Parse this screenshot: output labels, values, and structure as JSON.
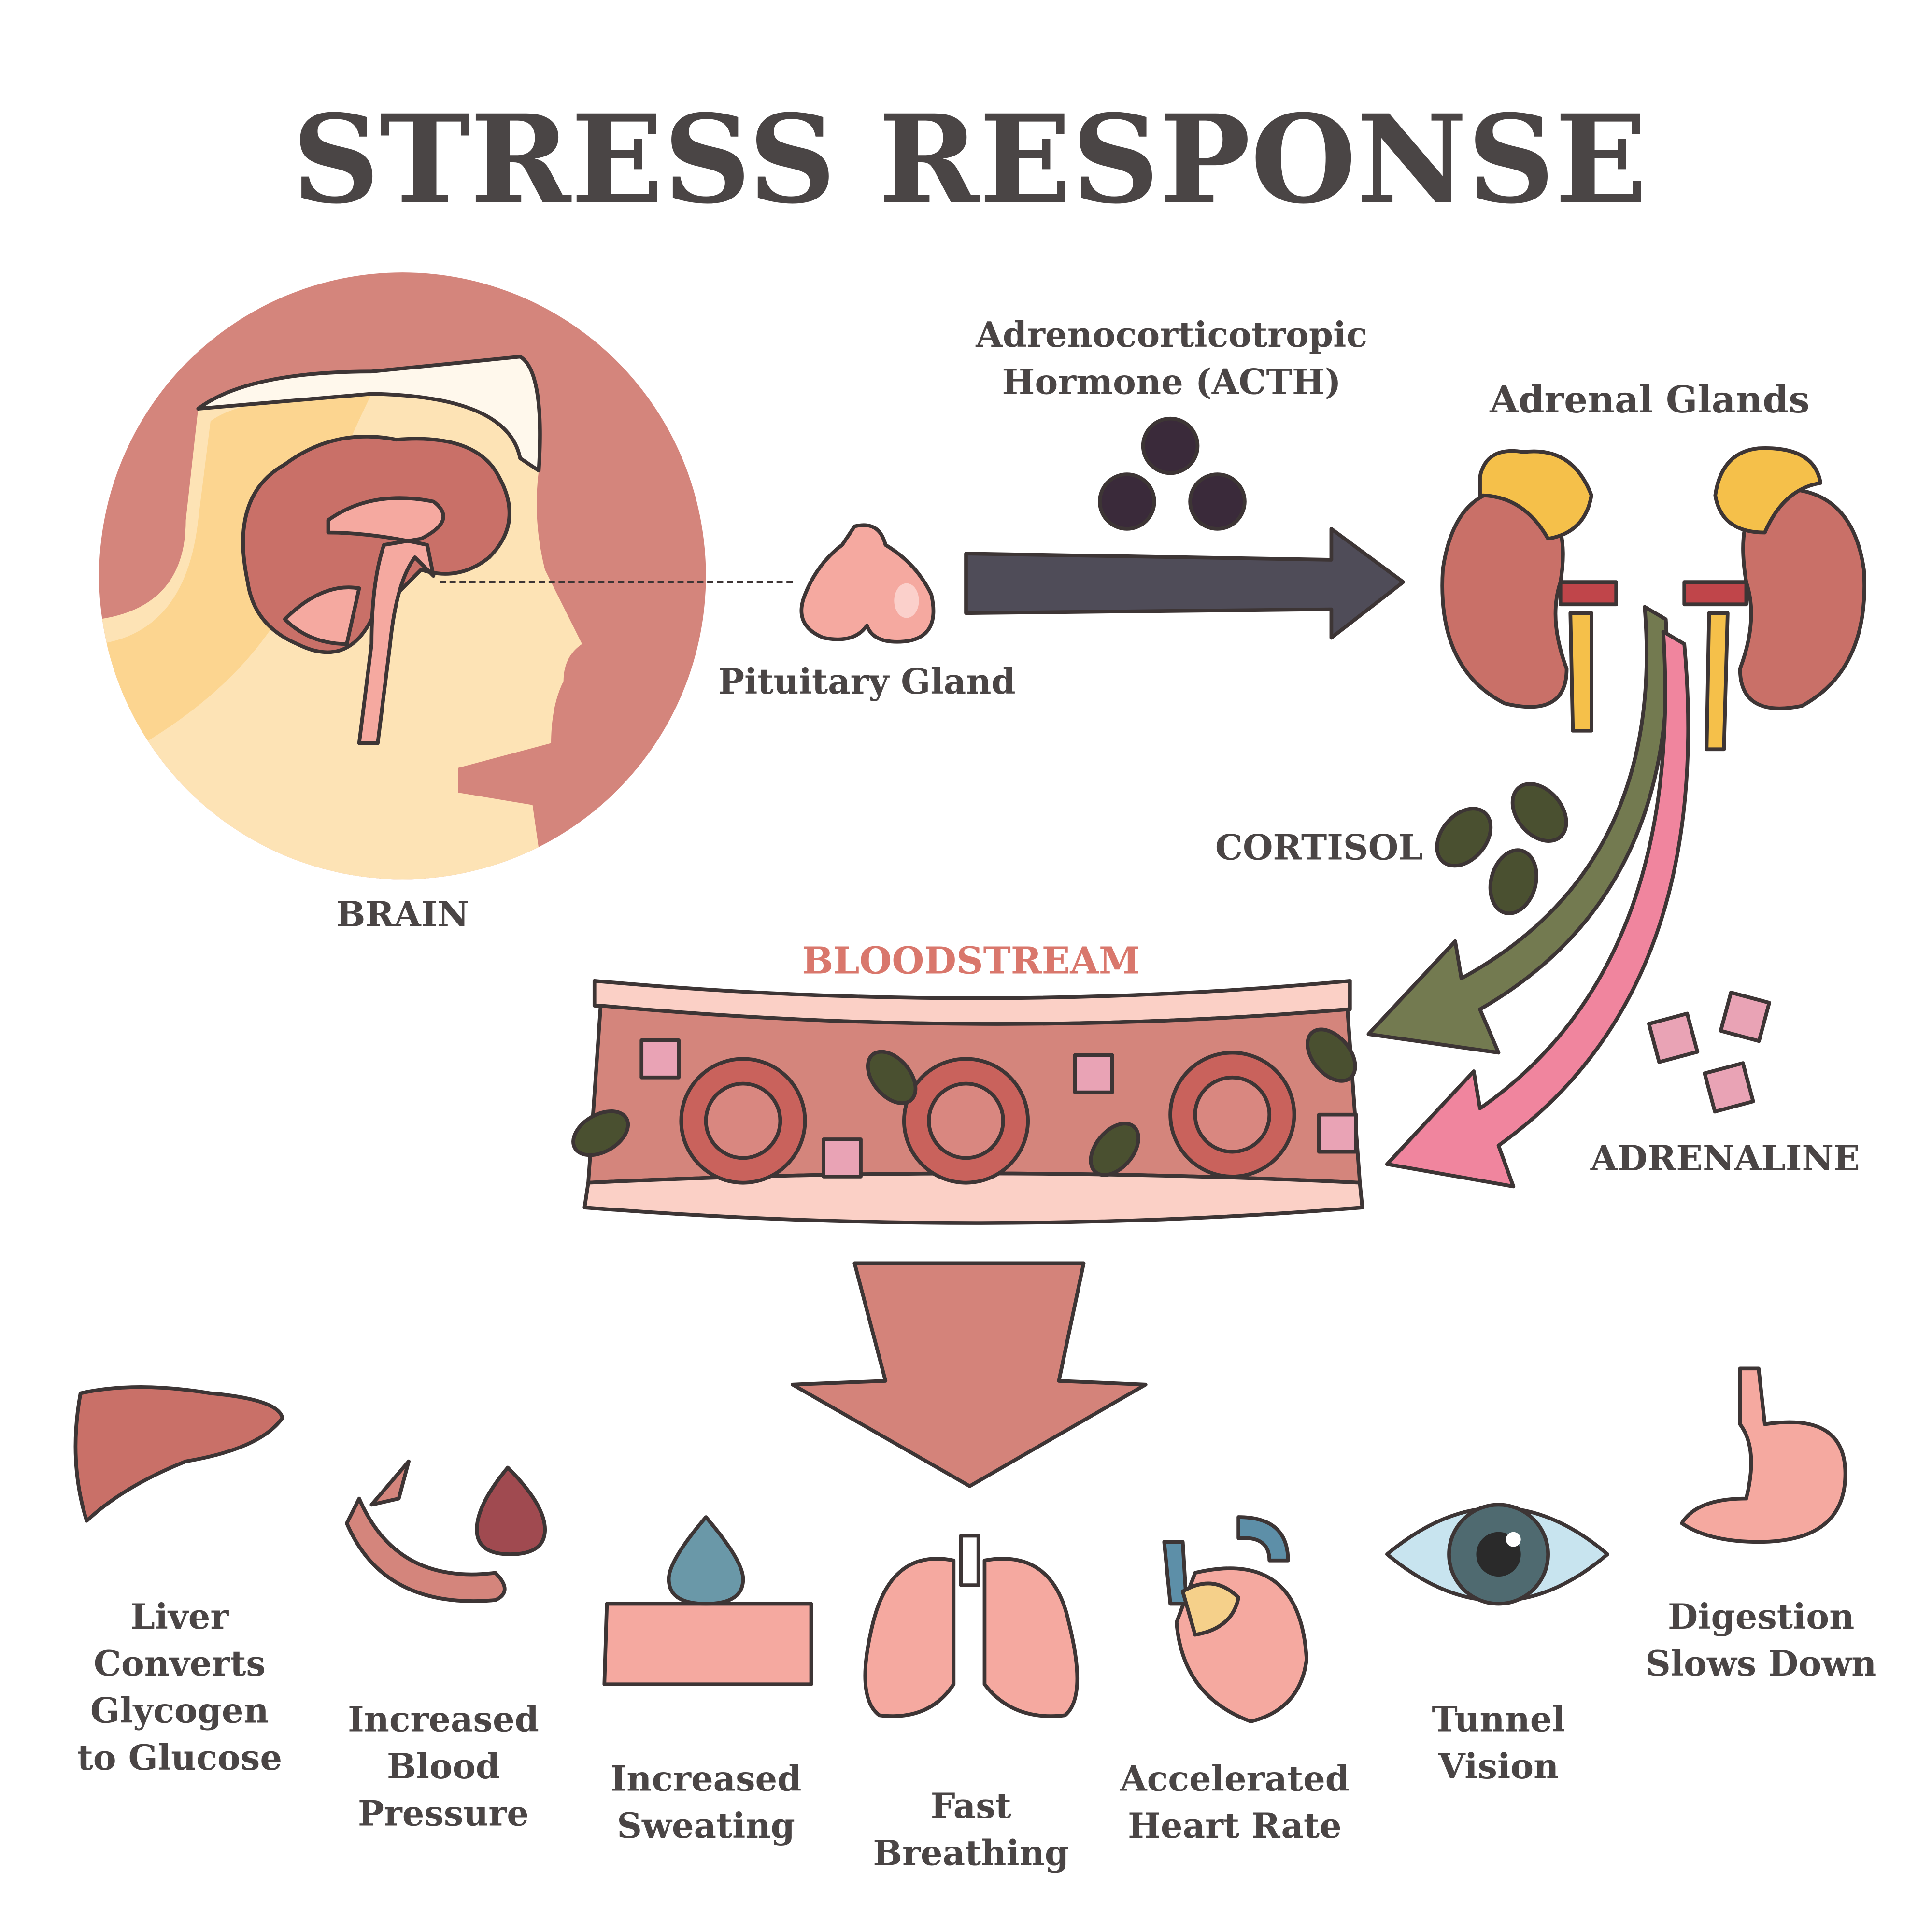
{
  "title": "STRESS RESPONSE",
  "brain_label": "BRAIN",
  "pituitary_label": "Pituitary Gland",
  "acth_label_line1": "Adrenocorticotropic",
  "acth_label_line2": "Hormone (ACTH)",
  "adrenal_label": "Adrenal Glands",
  "cortisol_label": "CORTISOL",
  "adrenaline_label": "ADRENALINE",
  "bloodstream_label": "BLOODSTREAM",
  "effects": [
    {
      "lines": [
        "Liver",
        "Converts",
        "Glycogen",
        "to Glucose"
      ]
    },
    {
      "lines": [
        "Increased",
        "Blood",
        "Pressure"
      ]
    },
    {
      "lines": [
        "Increased",
        "Sweating"
      ]
    },
    {
      "lines": [
        "Fast",
        "Breathing"
      ]
    },
    {
      "lines": [
        "Accelerated",
        "Heart Rate"
      ]
    },
    {
      "lines": [
        "Tunnel",
        "Vision"
      ]
    },
    {
      "lines": [
        "Digestion",
        "Slows Down"
      ]
    }
  ],
  "colors": {
    "text": "#4a4545",
    "brain_circle": "#d4857c",
    "skin": "#fde3b5",
    "arrow_dark": "#4f4c58",
    "cortisol_arrow": "#737a50",
    "adrenaline_arrow": "#f0859e",
    "bloodstream_text": "#d9776c",
    "down_arrow": "#d4837a"
  }
}
